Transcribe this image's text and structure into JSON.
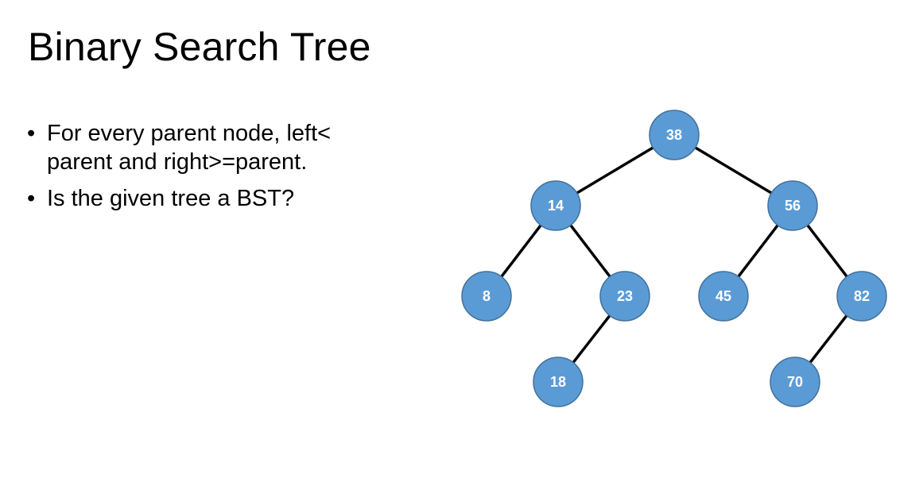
{
  "slide": {
    "title": "Binary Search Tree",
    "bullets": [
      "For every parent node, left< parent and right>=parent.",
      "Is the given tree a BST?"
    ],
    "bullet_symbol": "•"
  },
  "tree": {
    "node_color": "#5b9bd5",
    "node_stroke": "#41719c",
    "edge_color": "#000000",
    "label_color": "#ffffff",
    "root": {
      "value": "38",
      "left": {
        "value": "14",
        "left": {
          "value": "8"
        },
        "right": {
          "value": "23",
          "left": {
            "value": "18"
          }
        }
      },
      "right": {
        "value": "56",
        "left": {
          "value": "45"
        },
        "right": {
          "value": "82",
          "left": {
            "value": "70"
          }
        }
      }
    }
  }
}
